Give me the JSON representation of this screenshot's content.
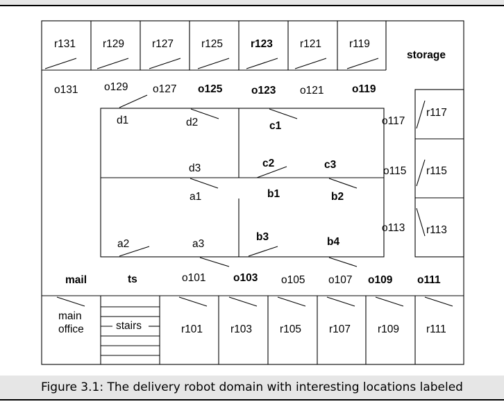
{
  "caption": "Figure 3.1: The delivery robot domain with interesting locations labeled",
  "rooms": {
    "r131": "r131",
    "r129": "r129",
    "r127": "r127",
    "r125": "r125",
    "r123": "r123",
    "r121": "r121",
    "r119": "r119",
    "storage": "storage",
    "r117": "r117",
    "r115": "r115",
    "r113": "r113",
    "main_office_1": "main",
    "main_office_2": "office",
    "stairs": "stairs",
    "r101": "r101",
    "r103": "r103",
    "r105": "r105",
    "r107": "r107",
    "r109": "r109",
    "r111": "r111"
  },
  "locations": {
    "o131": "o131",
    "o129": "o129",
    "o127": "o127",
    "o125": "o125",
    "o123": "o123",
    "o121": "o121",
    "o119": "o119",
    "o117": "o117",
    "o115": "o115",
    "o113": "o113",
    "mail": "mail",
    "ts": "ts",
    "o101": "o101",
    "o103": "o103",
    "o105": "o105",
    "o107": "o107",
    "o109": "o109",
    "o111": "o111",
    "d1": "d1",
    "d2": "d2",
    "d3": "d3",
    "c1": "c1",
    "c2": "c2",
    "c3": "c3",
    "a1": "a1",
    "a2": "a2",
    "a3": "a3",
    "b1": "b1",
    "b2": "b2",
    "b3": "b3",
    "b4": "b4"
  }
}
